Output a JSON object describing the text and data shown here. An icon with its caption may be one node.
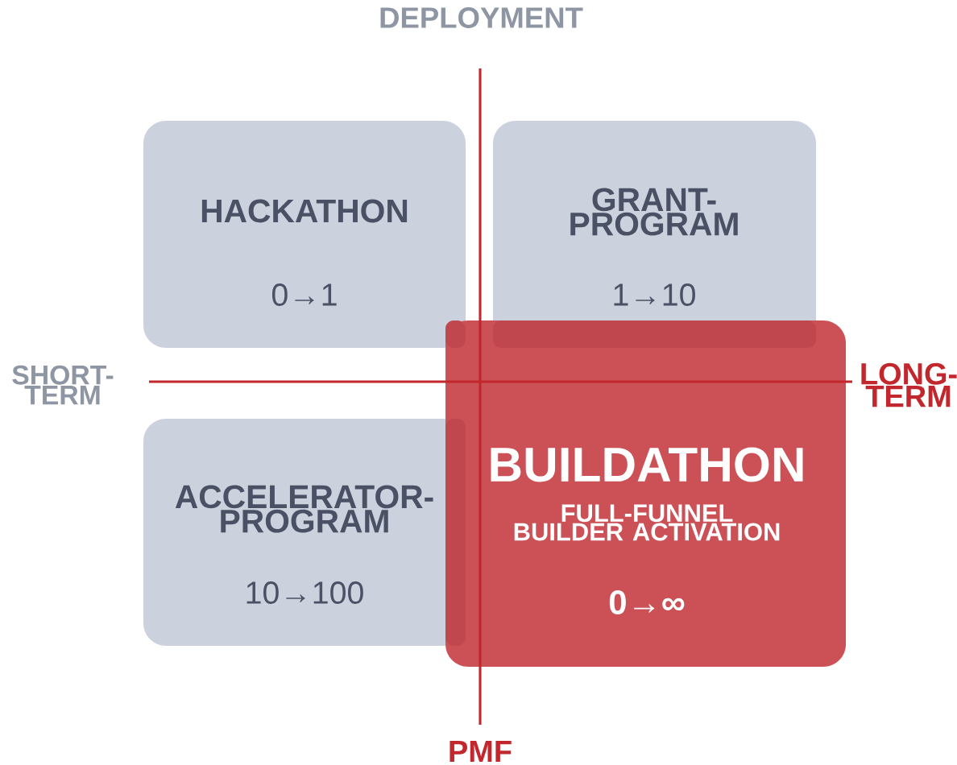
{
  "diagram": {
    "nodes": [
      {
        "text": [
          "HACKATHON",
          "0→1"
        ]
      },
      {
        "text": [
          "GRANT- PROGRAM",
          "1→10"
        ]
      },
      {
        "text": [
          "ACCELERATOR- PROGRAM",
          "10→100"
        ]
      },
      {
        "text": [
          "BUILDATHON",
          "FULL-FUNNEL BUILDER ACTIVATION",
          "0→∞"
        ]
      }
    ],
    "labels": [
      "DEPLOYMENT",
      "SHORT- TERM",
      "LONG- TERM",
      "PMF"
    ]
  }
}
